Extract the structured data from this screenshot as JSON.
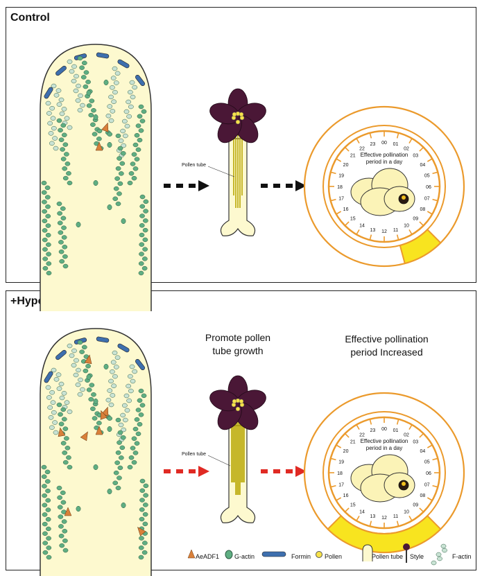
{
  "panels": {
    "control": {
      "title": "Control",
      "pollen_tube_label": "Pollen tube"
    },
    "hyperoside": {
      "title": "+Hyperoside",
      "pollen_tube_label": "Pollen tube",
      "heading_middle": [
        "Promote pollen",
        "tube growth"
      ],
      "heading_right": [
        "Effective pollination",
        "period Increased"
      ]
    }
  },
  "clock": {
    "center_text": [
      "Effective pollination",
      "period in a day"
    ],
    "hours": [
      "00",
      "01",
      "02",
      "03",
      "04",
      "05",
      "06",
      "07",
      "08",
      "09",
      "10",
      "11",
      "12",
      "13",
      "14",
      "15",
      "16",
      "17",
      "18",
      "19",
      "20",
      "21",
      "22",
      "23"
    ],
    "control_highlight_hours": [
      9,
      11
    ],
    "hyperoside_highlight_hours": [
      9,
      15
    ]
  },
  "legend": {
    "items": [
      {
        "icon": "aeadf1-icon",
        "label": "AeADF1"
      },
      {
        "icon": "g-actin-icon",
        "label": "G-actin"
      },
      {
        "icon": "formin-icon",
        "label": "Formin"
      },
      {
        "icon": "pollen-icon",
        "label": "Pollen"
      },
      {
        "icon": "pollen-tube-icon",
        "label": "Pollen tube"
      },
      {
        "icon": "style-icon",
        "label": "Style"
      },
      {
        "icon": "f-actin-icon",
        "label": "F-actin"
      }
    ]
  },
  "colors": {
    "tube_fill": "#fdf9cf",
    "f_actin_dark": "#5fae82",
    "f_actin_light": "#c9e3d4",
    "formin": "#3e6fae",
    "aeadf1": "#d9803a",
    "petal": "#4a1736",
    "clock_ring": "#eb9a2c",
    "highlight": "#f8e41f",
    "arrow_control": "#111111",
    "arrow_hyperoside": "#e02a24"
  }
}
